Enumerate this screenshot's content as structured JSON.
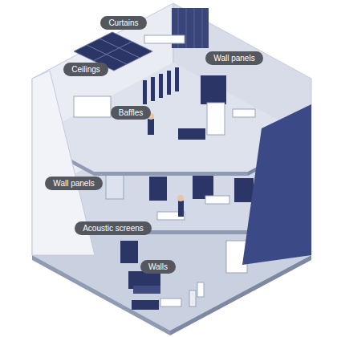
{
  "diagram": {
    "nodes": [
      {
        "text": [
          "Curtains"
        ]
      },
      {
        "text": [
          "Wall panels"
        ]
      },
      {
        "text": [
          "Ceilings"
        ]
      },
      {
        "text": [
          "Baffles"
        ]
      },
      {
        "text": [
          "Wall panels"
        ]
      },
      {
        "text": [
          "Acoustic screens"
        ]
      },
      {
        "text": [
          "Walls"
        ]
      }
    ]
  }
}
